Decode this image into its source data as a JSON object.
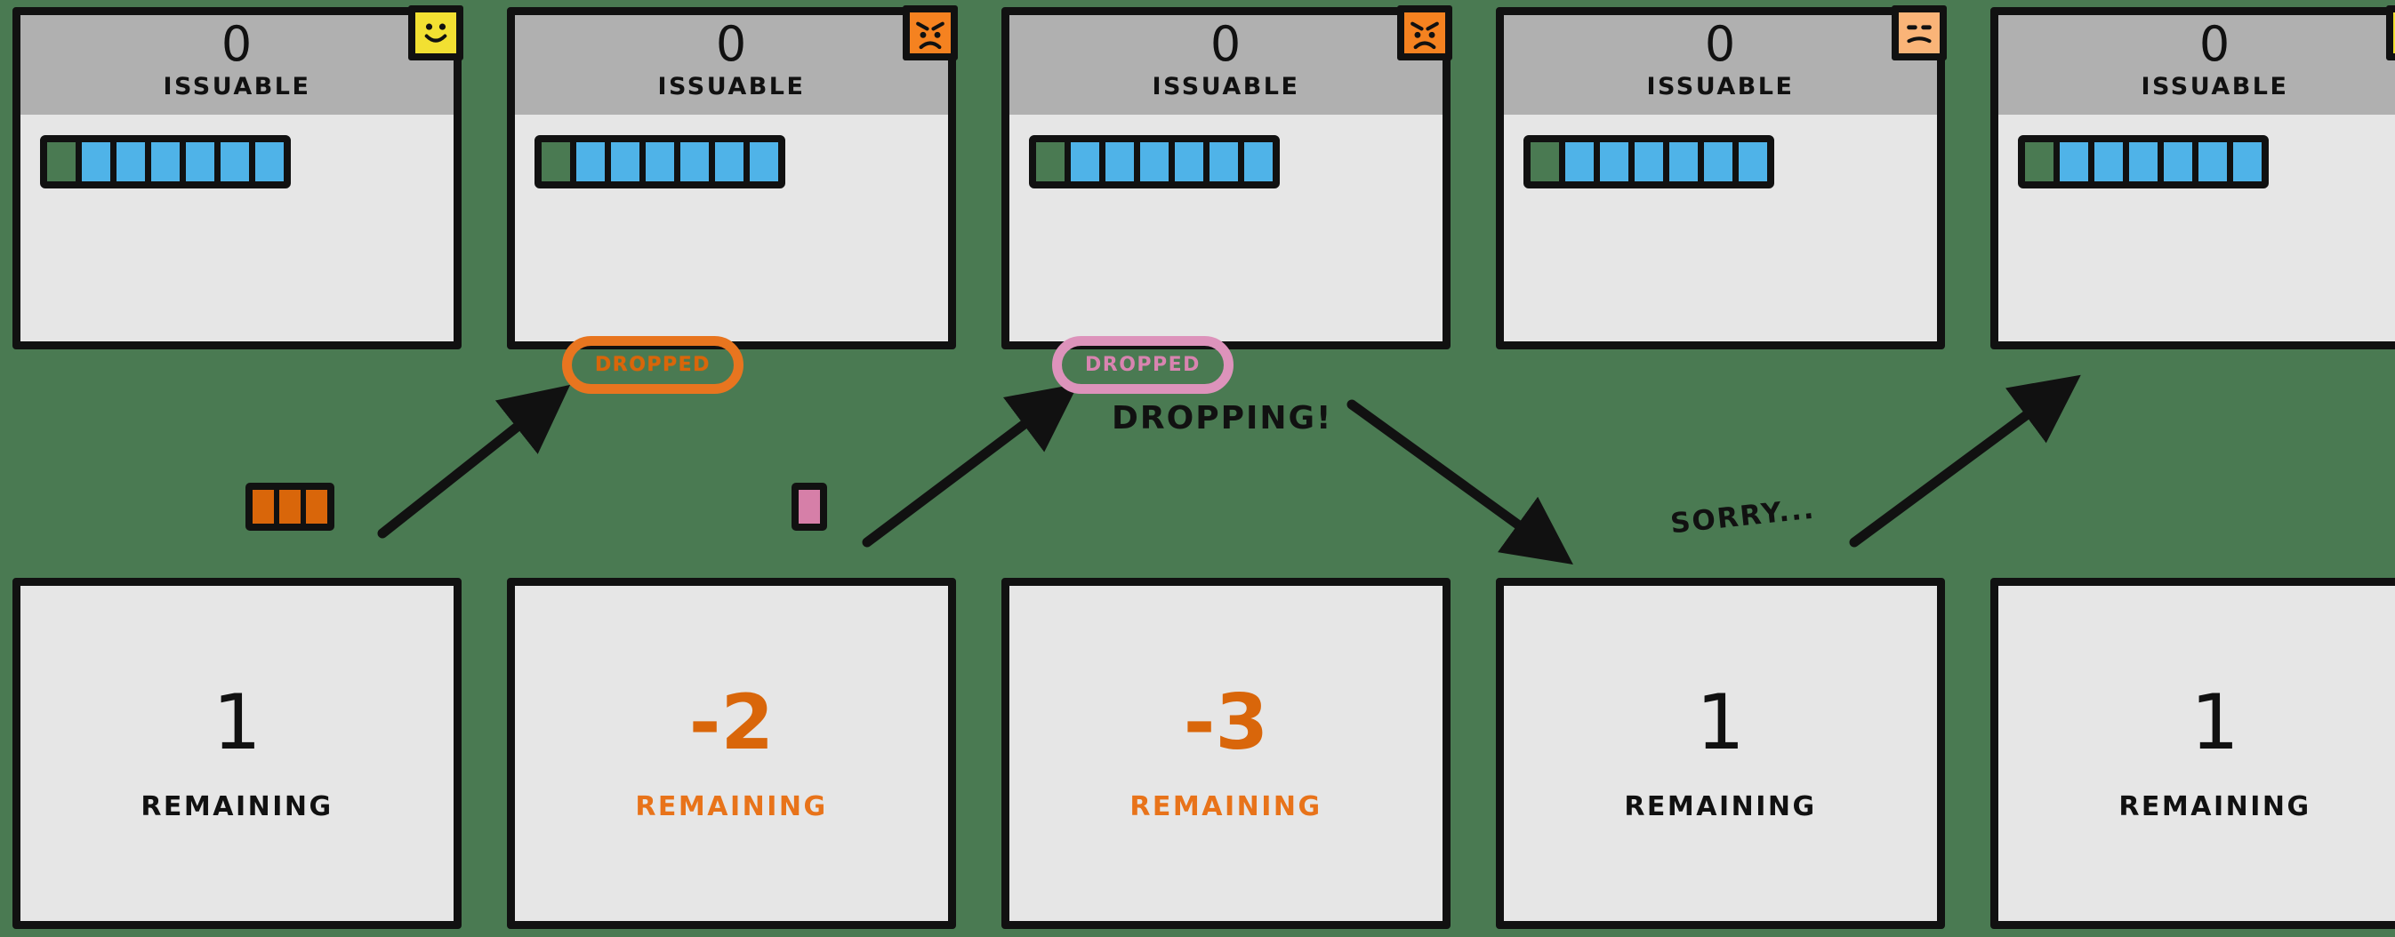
{
  "meta": {
    "background_color": "#4a7a52",
    "accent_orange": "#d9660a",
    "accent_pink": "#d884b0",
    "slot_blue": "#4fb3e8",
    "slot_green": "#4a7a52",
    "happy_face_color": "#f2e032",
    "angry_face_color": "#f58220",
    "neutral_face_color": "#fab478"
  },
  "panels": [
    {
      "count": "0",
      "label": "ISSUABLE",
      "face": "happy-face-icon",
      "slots": [
        "green",
        "blue",
        "blue",
        "blue",
        "blue",
        "blue",
        "blue"
      ]
    },
    {
      "count": "0",
      "label": "ISSUABLE",
      "face": "angry-face-icon",
      "slots": [
        "green",
        "blue",
        "blue",
        "blue",
        "blue",
        "blue",
        "blue"
      ]
    },
    {
      "count": "0",
      "label": "ISSUABLE",
      "face": "angry-face-icon",
      "slots": [
        "green",
        "blue",
        "blue",
        "blue",
        "blue",
        "blue",
        "blue"
      ]
    },
    {
      "count": "0",
      "label": "ISSUABLE",
      "face": "neutral-face-icon",
      "slots": [
        "green",
        "blue",
        "blue",
        "blue",
        "blue",
        "blue",
        "blue"
      ]
    },
    {
      "count": "0",
      "label": "ISSUABLE",
      "face": "happy-face-icon",
      "slots": [
        "green",
        "blue",
        "blue",
        "blue",
        "blue",
        "blue",
        "blue"
      ]
    }
  ],
  "cards": [
    {
      "number": "1",
      "label": "REMAINING",
      "negative": false
    },
    {
      "number": "-2",
      "label": "REMAINING",
      "negative": true
    },
    {
      "number": "-3",
      "label": "REMAINING",
      "negative": true
    },
    {
      "number": "1",
      "label": "REMAINING",
      "negative": false
    },
    {
      "number": "1",
      "label": "REMAINING",
      "negative": false
    }
  ],
  "badges": [
    {
      "text": "DROPPED",
      "color": "orange"
    },
    {
      "text": "DROPPED",
      "color": "pink"
    }
  ],
  "annotations": [
    {
      "text": "DROPPING!"
    },
    {
      "text": "SORRY..."
    }
  ],
  "markers": [
    {
      "color": "orange",
      "count": 3
    },
    {
      "color": "pink",
      "count": 1
    }
  ]
}
